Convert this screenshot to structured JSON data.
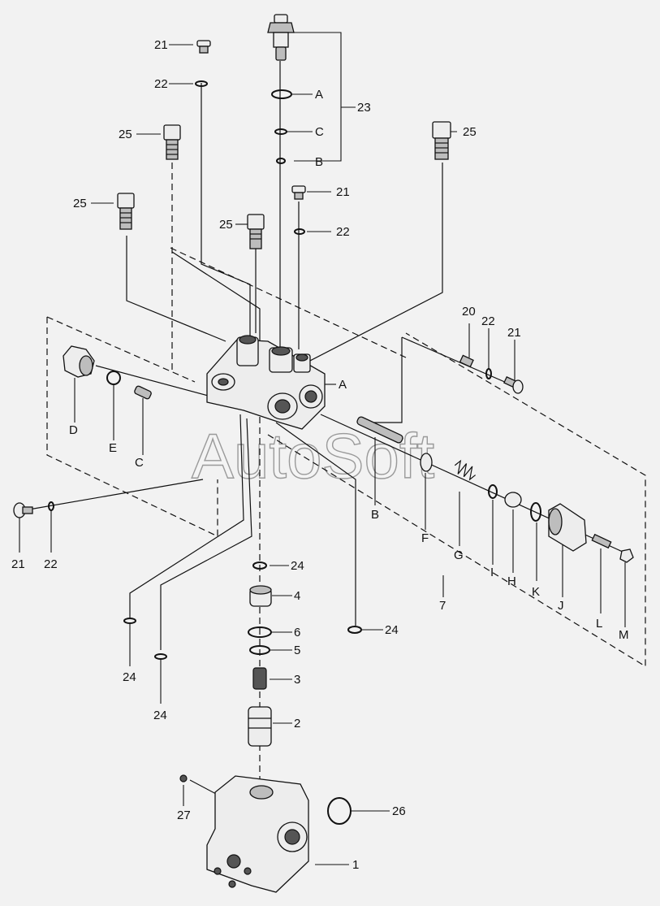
{
  "watermark": "AutoSoft",
  "callouts": {
    "c21a": "21",
    "c22a": "22",
    "c25a": "25",
    "c25b": "25",
    "c25c": "25",
    "c25d": "25",
    "c21b": "21",
    "c22b": "22",
    "cA_top": "A",
    "cC_top": "C",
    "cB_top": "B",
    "c23": "23",
    "c20": "20",
    "c22c": "22",
    "c21c": "21",
    "cA_body": "A",
    "cD": "D",
    "cE": "E",
    "cC_left": "C",
    "cB_valve": "B",
    "cF": "F",
    "cG": "G",
    "cI": "I",
    "cH": "H",
    "cK": "K",
    "cJ": "J",
    "cL": "L",
    "cM": "M",
    "c7": "7",
    "c21d": "21",
    "c22d": "22",
    "c24a": "24",
    "c4": "4",
    "c6": "6",
    "c5": "5",
    "c3": "3",
    "c2": "2",
    "c24b": "24",
    "c24c": "24",
    "c24d": "24",
    "c27": "27",
    "c26": "26",
    "c1": "1"
  }
}
